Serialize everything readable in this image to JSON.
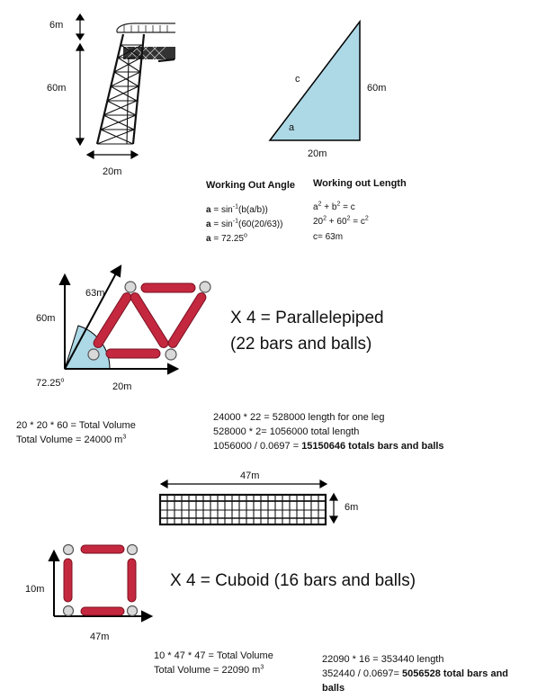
{
  "tower": {
    "label_top": "6m",
    "label_height": "60m",
    "label_base": "20m"
  },
  "triangle": {
    "label_c": "c",
    "label_a": "a",
    "label_side": "60m",
    "label_base": "20m"
  },
  "angle_working": {
    "heading": "Working Out Angle",
    "var": "a",
    "line1": " = sin",
    "line1_sup": "-1",
    "line1_rest": "(b(a/b))",
    "line2": " = sin",
    "line2_sup": "-1",
    "line2_rest": "(60(20/63))",
    "line3": " = 72.25",
    "line3_sup": "o"
  },
  "length_working": {
    "heading": "Working out Length",
    "line1_a": "a",
    "line1_a_sup": "2",
    "line1_b": " + b",
    "line1_b_sup": "2",
    "line1_c": " = c",
    "line2_a": "20",
    "line2_a_sup": "2",
    "line2_b": " + 60",
    "line2_b_sup": "2",
    "line2_c": " = c",
    "line2_c_sup": "2",
    "line3": "c= 63m"
  },
  "parallelepiped": {
    "label_hyp": "63m",
    "label_height": "60m",
    "label_angle": "72.25",
    "label_angle_sup": "o",
    "label_base": "20m",
    "title_line1": "X 4 = Parallelepiped",
    "title_line2": "(22 bars and balls)",
    "volume_line1": "20 * 20 * 60 = Total Volume",
    "volume_line2": "Total Volume = 24000 m",
    "volume_line2_sup": "3",
    "calc_line1": "24000 * 22 = 528000 length for one leg",
    "calc_line2": "528000 * 2= 1056000 total length",
    "calc_line3_a": "1056000 / 0.0697 = ",
    "calc_line3_b": "15150646 totals bars and balls"
  },
  "deck": {
    "label_width": "47m",
    "label_height": "6m"
  },
  "cuboid": {
    "label_height": "10m",
    "label_base": "47m",
    "title": "X 4 = Cuboid (16 bars and balls)",
    "volume_line1": "10 * 47 * 47 = Total Volume",
    "volume_line2": "Total Volume = 22090 m",
    "volume_line2_sup": "3",
    "calc_line1": "22090 * 16 = 353440 length",
    "calc_line2_a": "352440 / 0.0697= ",
    "calc_line2_b": "5056528 total bars and",
    "calc_line3": "balls"
  },
  "colors": {
    "bar": "#c4283f",
    "triangle_fill": "#add8e6",
    "ball": "#cccccc"
  }
}
